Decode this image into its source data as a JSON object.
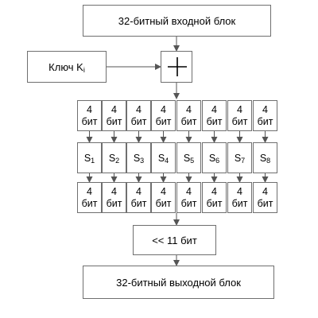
{
  "input_block": "32-битный входной блок",
  "key": {
    "label": "Ключ K",
    "subscript": "i"
  },
  "xor_symbol": "+",
  "nibble": {
    "top": "4",
    "bottom": "бит"
  },
  "sboxes": [
    {
      "name": "S",
      "sub": "1"
    },
    {
      "name": "S",
      "sub": "2"
    },
    {
      "name": "S",
      "sub": "3"
    },
    {
      "name": "S",
      "sub": "4"
    },
    {
      "name": "S",
      "sub": "5"
    },
    {
      "name": "S",
      "sub": "6"
    },
    {
      "name": "S",
      "sub": "7"
    },
    {
      "name": "S",
      "sub": "8"
    }
  ],
  "shift_block": "<< 11 бит",
  "output_block": "32-битный выходной блок",
  "colors": {
    "border": "#6f6f6f",
    "line": "#555555"
  }
}
